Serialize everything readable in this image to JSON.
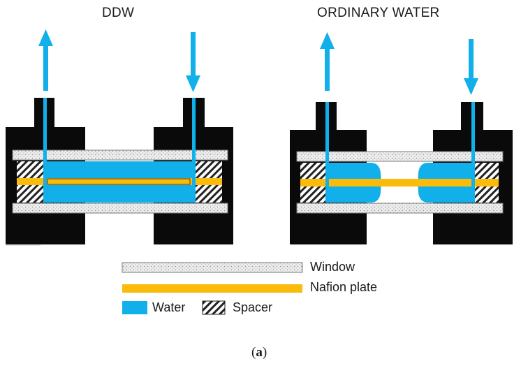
{
  "panels": {
    "left": {
      "title": "DDW"
    },
    "right": {
      "title": "ORDINARY WATER"
    }
  },
  "legend": {
    "window": "Window",
    "nafion": "Nafion plate",
    "water": "Water",
    "spacer": "Spacer"
  },
  "caption": {
    "open": "(",
    "letter": "a",
    "close": ")"
  },
  "colors": {
    "water": "#12b0ea",
    "nafion": "#fbbb0a",
    "holder": "#0a0a0a",
    "window_fill": "#ededed",
    "window_dots": "#8a8a8a",
    "spacer_hatch": "#222222"
  }
}
